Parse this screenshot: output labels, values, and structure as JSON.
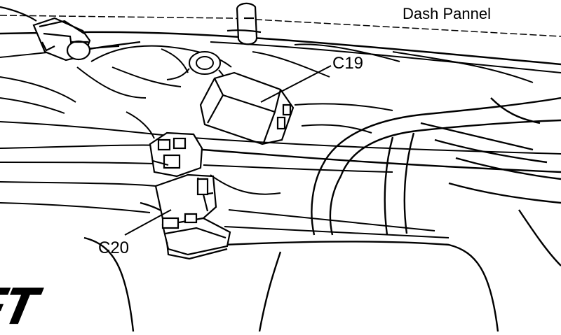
{
  "labels": {
    "title": "Dash Pannel",
    "connector_c19": "C19",
    "connector_c20": "C20",
    "fragment_text": "SFT"
  },
  "colors": {
    "ink": "#000000",
    "paper": "#ffffff",
    "fill_dark": "#111111"
  }
}
